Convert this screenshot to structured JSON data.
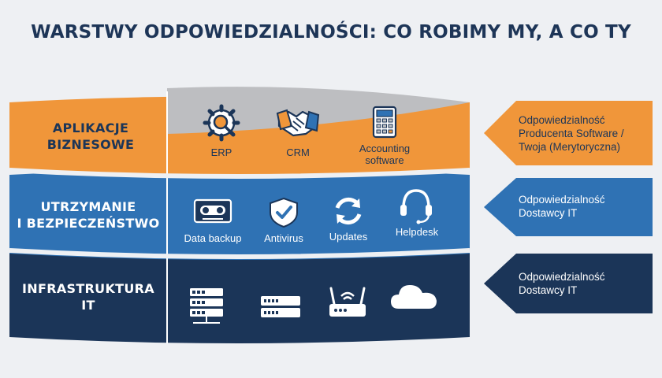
{
  "title": "WARSTWY ODPOWIEDZIALNOŚCI: CO ROBIMY MY, A CO TY",
  "colors": {
    "orange": "#f0963a",
    "blue": "#2f72b4",
    "navy": "#1b3558",
    "gray": "#bdbec1",
    "title": "#1d3557"
  },
  "layers": [
    {
      "label_lines": [
        "APLIKACJE",
        "BIZNESOWE"
      ],
      "items": [
        {
          "icon": "gear-search-icon",
          "label_lines": [
            "ERP"
          ]
        },
        {
          "icon": "handshake-icon",
          "label_lines": [
            "CRM"
          ]
        },
        {
          "icon": "calculator-icon",
          "label_lines": [
            "Accounting",
            "software"
          ]
        }
      ],
      "responsibility_lines": [
        "Odpowiedzialność",
        "Producenta Software /",
        "Twoja (Merytoryczna)"
      ]
    },
    {
      "label_lines": [
        "UTRZYMANIE",
        "I BEZPIECZEŃSTWO"
      ],
      "items": [
        {
          "icon": "tape-backup-icon",
          "label_lines": [
            "Data backup"
          ]
        },
        {
          "icon": "shield-check-icon",
          "label_lines": [
            "Antivirus"
          ]
        },
        {
          "icon": "refresh-icon",
          "label_lines": [
            "Updates"
          ]
        },
        {
          "icon": "headset-icon",
          "label_lines": [
            "Helpdesk"
          ]
        }
      ],
      "responsibility_lines": [
        "Odpowiedzialność",
        "Dostawcy IT"
      ]
    },
    {
      "label_lines": [
        "INFRASTRUKTURA",
        "IT"
      ],
      "items": [
        {
          "icon": "server-rack-icon",
          "label_lines": []
        },
        {
          "icon": "network-switch-icon",
          "label_lines": []
        },
        {
          "icon": "router-icon",
          "label_lines": []
        },
        {
          "icon": "cloud-icon",
          "label_lines": []
        }
      ],
      "responsibility_lines": [
        "Odpowiedzialność",
        "Dostawcy IT"
      ]
    }
  ]
}
